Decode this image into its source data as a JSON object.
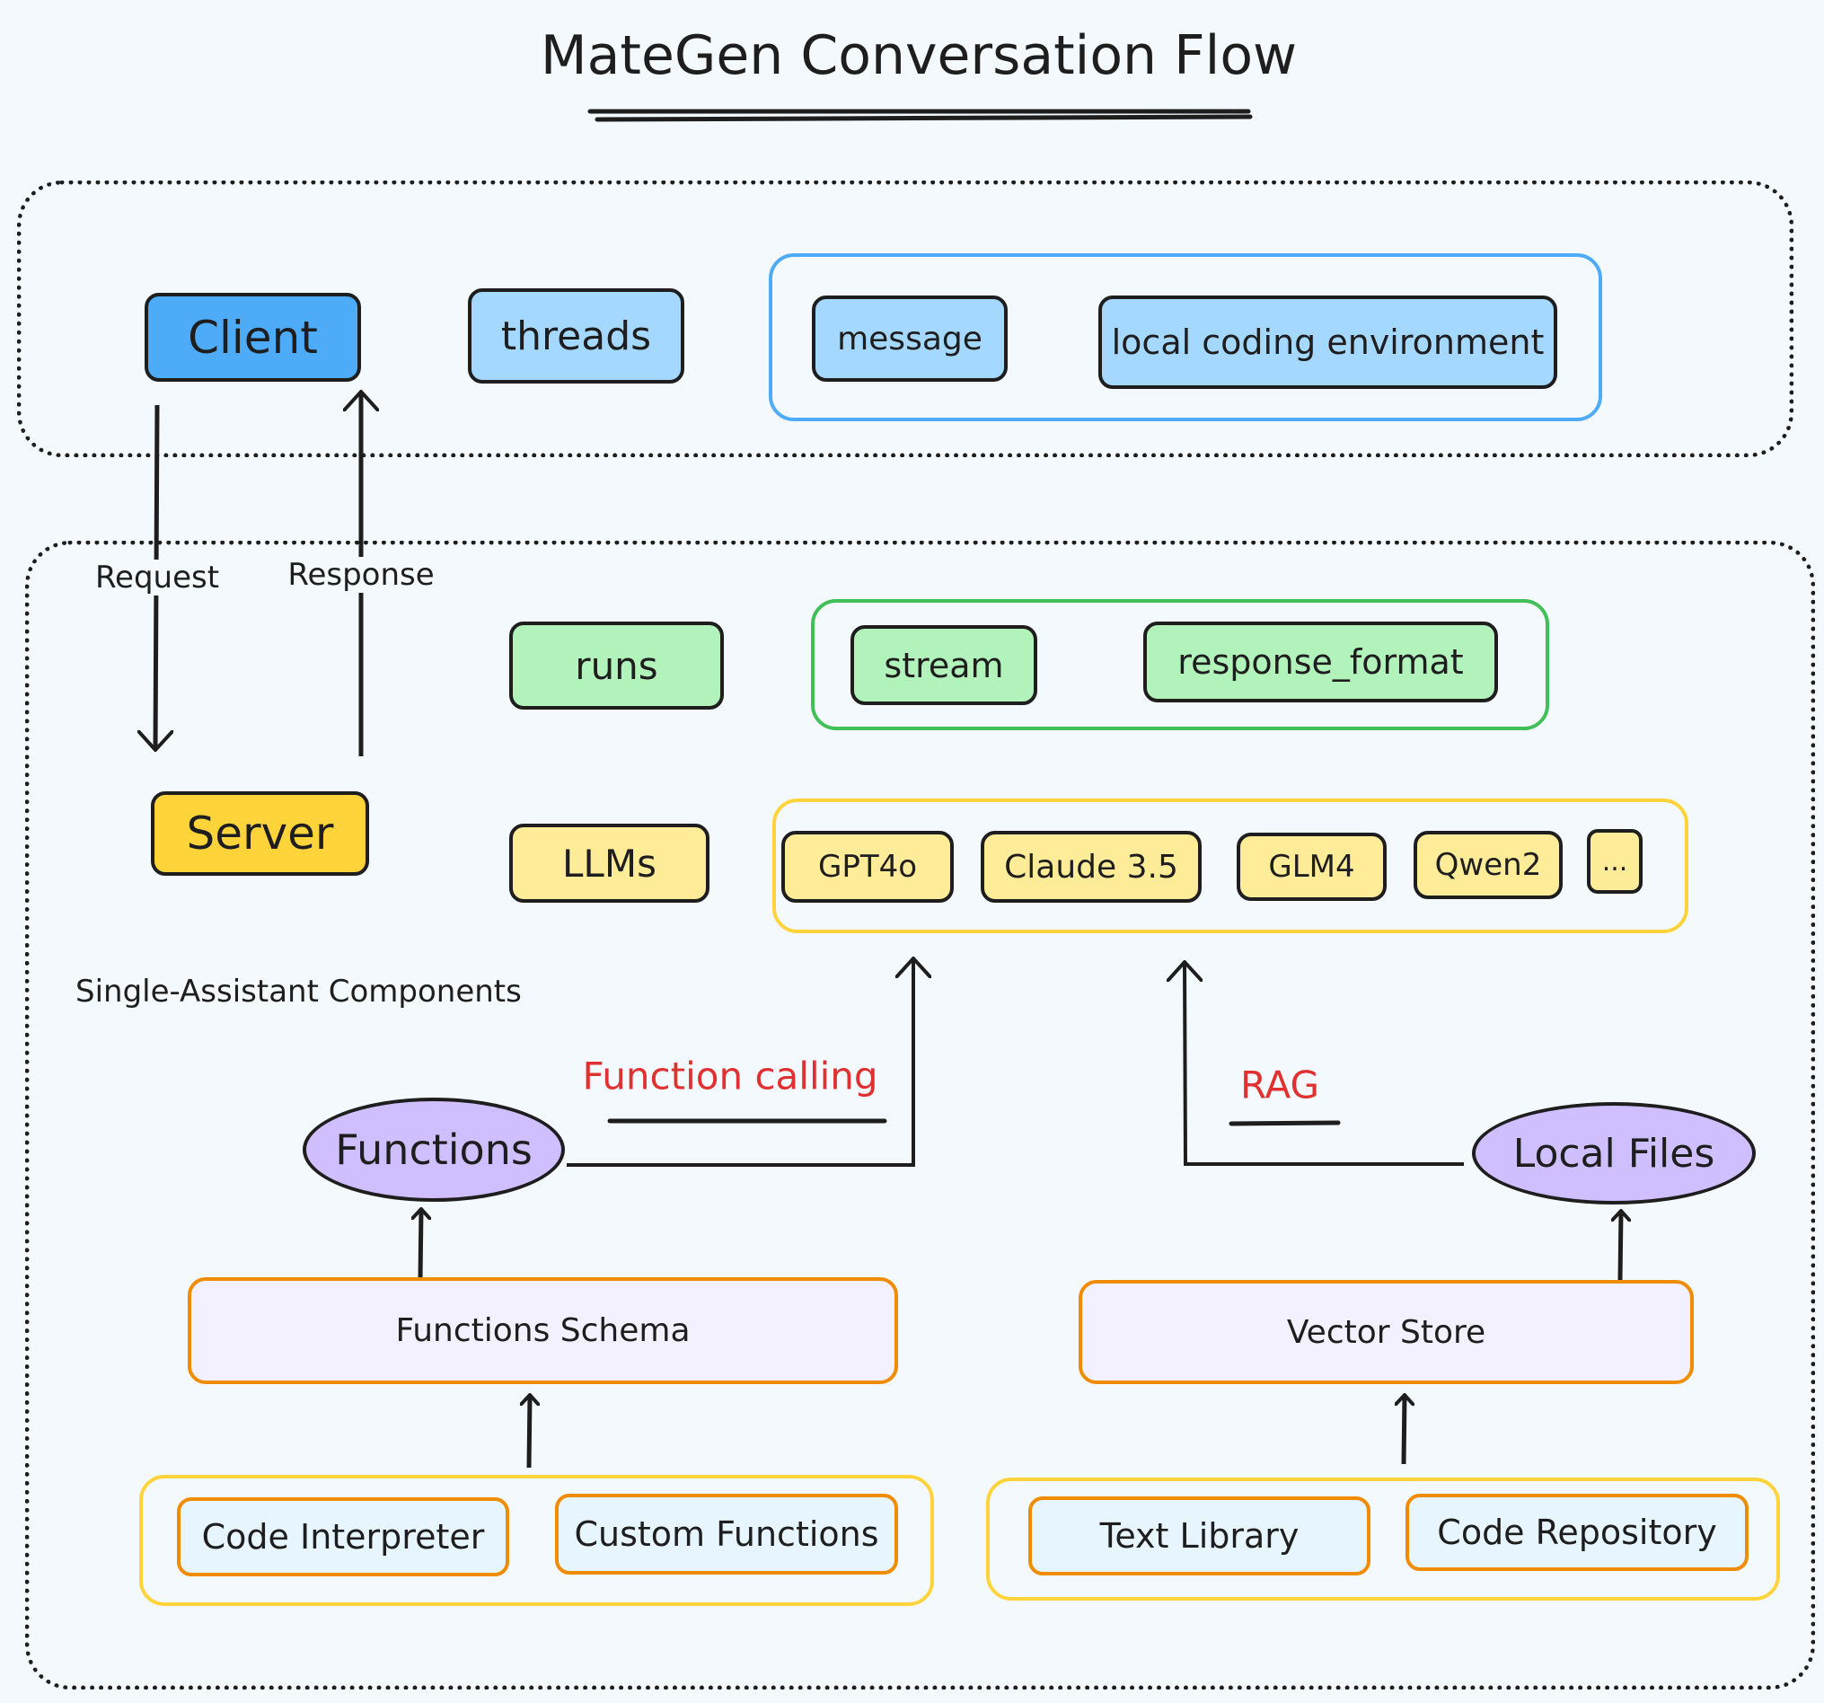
{
  "title": "MateGen Conversation Flow",
  "client_section": {
    "client": "Client",
    "threads": "threads",
    "thread_items": [
      "message",
      "local coding environment"
    ]
  },
  "flow_labels": {
    "request": "Request",
    "response": "Response"
  },
  "server": "Server",
  "runs": {
    "label": "runs",
    "options": [
      "stream",
      "response_format"
    ]
  },
  "llms": {
    "label": "LLMs",
    "models": [
      "GPT4o",
      "Claude 3.5",
      "GLM4",
      "Qwen2",
      "..."
    ]
  },
  "section_label": "Single-Assistant Components",
  "function_calling": {
    "label": "Function calling",
    "node": "Functions",
    "schema": "Functions Schema",
    "sources": [
      "Code Interpreter",
      "Custom Functions"
    ]
  },
  "rag": {
    "label": "RAG",
    "node": "Local Files",
    "store": "Vector Store",
    "sources": [
      "Text Library",
      "Code Repository"
    ]
  },
  "colors": {
    "background": "#f4f9fd",
    "client_fill": "#4dabf7",
    "blue_light": "#a5d8ff",
    "blue_stroke": "#4dabf7",
    "green_fill": "#b2f2bb",
    "green_stroke": "#40c057",
    "server_fill": "#ffd43b",
    "yellow_fill": "#ffec99",
    "yellow_stroke": "#ffd43b",
    "purple_fill": "#d0bfff",
    "orange_stroke": "#f08c00",
    "schema_fill": "#f3f0ff",
    "source_fill": "#e7f5ff",
    "annotation_red": "#e03131"
  }
}
